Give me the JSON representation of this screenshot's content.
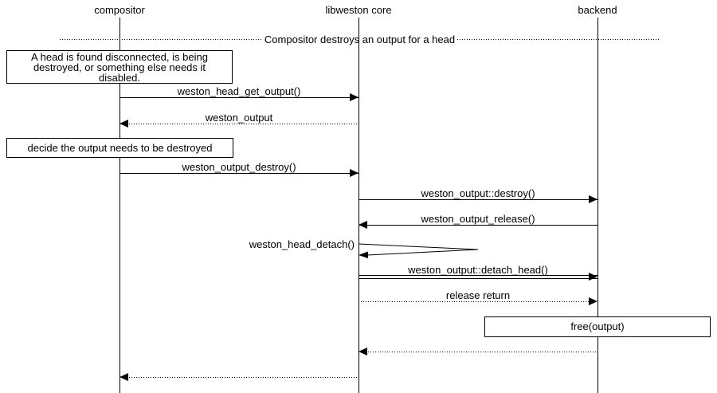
{
  "diagram": {
    "type": "sequence-diagram",
    "background": "#ffffff",
    "line_color": "#000000",
    "actors": [
      {
        "label": "compositor"
      },
      {
        "label": "libweston core"
      },
      {
        "label": "backend"
      }
    ],
    "divider": {
      "label": "Compositor destroys an output for a head"
    },
    "notes": [
      {
        "lines": [
          "A head is found disconnected, is being",
          "destroyed, or something else needs it",
          "disabled."
        ],
        "over": "compositor"
      },
      {
        "text": "decide the output needs to be destroyed",
        "over": "compositor"
      },
      {
        "text": "free(output)",
        "over": "backend"
      }
    ],
    "messages": [
      {
        "label": "weston_head_get_output()",
        "from": "compositor",
        "to": "libweston core",
        "line": "solid"
      },
      {
        "label": "weston_output",
        "from": "libweston core",
        "to": "compositor",
        "line": "dotted"
      },
      {
        "label": "weston_output_destroy()",
        "from": "compositor",
        "to": "libweston core",
        "line": "solid"
      },
      {
        "label": "weston_output::destroy()",
        "from": "libweston core",
        "to": "backend",
        "line": "solid"
      },
      {
        "label": "weston_output_release()",
        "from": "backend",
        "to": "libweston core",
        "line": "solid"
      },
      {
        "label": "weston_head_detach()",
        "from": "libweston core",
        "to": "libweston core",
        "line": "self"
      },
      {
        "label": "weston_output::detach_head()",
        "from": "libweston core",
        "to": "backend",
        "line": "double"
      },
      {
        "label": "release return",
        "from": "libweston core",
        "to": "backend",
        "line": "dotted"
      },
      {
        "label": "",
        "from": "backend",
        "to": "libweston core",
        "line": "dotted"
      },
      {
        "label": "",
        "from": "libweston core",
        "to": "compositor",
        "line": "dotted"
      }
    ]
  }
}
